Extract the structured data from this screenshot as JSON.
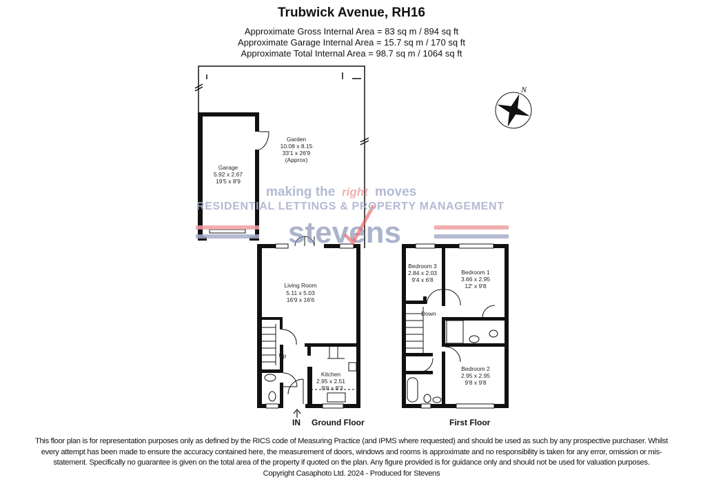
{
  "header": {
    "title": "Trubwick Avenue, RH16",
    "areas": [
      "Approximate Gross Internal Area = 83 sq m / 894 sq ft",
      "Approximate Garage Internal Area = 15.7 sq m / 170 sq ft",
      "Approximate Total Internal Area = 98.7 sq m / 1064 sq ft"
    ]
  },
  "compass": {
    "icon": "compass-rose-icon",
    "north_label": "N"
  },
  "rooms": {
    "garden": {
      "name": "Garden",
      "metric": "10.08 x 8.15",
      "imperial": "33'1 x 26'9",
      "note": "(Approx)"
    },
    "garage": {
      "name": "Garage",
      "metric": "5.92 x 2.67",
      "imperial": "19'5 x 8'9"
    },
    "living": {
      "name": "Living Room",
      "metric": "5.11 x 5.03",
      "imperial": "16'9 x 16'6"
    },
    "kitchen": {
      "name": "Kitchen",
      "metric": "2.95 x 2.51",
      "imperial": "9'8 x 8'3"
    },
    "bedroom1": {
      "name": "Bedroom 1",
      "metric": "3.66 x 2.95",
      "imperial": "12' x 9'8"
    },
    "bedroom2": {
      "name": "Bedroom 2",
      "metric": "2.95 x 2.95",
      "imperial": "9'8 x 9'8"
    },
    "bedroom3": {
      "name": "Bedroom 3",
      "metric": "2.84 x 2.03",
      "imperial": "9'4 x 6'8"
    }
  },
  "stairs": {
    "up": "Up",
    "down": "Down"
  },
  "entrance": {
    "label": "IN",
    "icon": "entrance-arrow-icon"
  },
  "floors": {
    "ground": "Ground Floor",
    "first": "First Floor"
  },
  "watermark": {
    "brand": "stevens",
    "tagline_a": "making the",
    "tagline_b": "right",
    "tagline_c": "moves",
    "strapline": "RESIDENTIAL LETTINGS & PROPERTY MANAGEMENT",
    "colors": {
      "blue": "#8e97b9",
      "red": "#e8595d"
    }
  },
  "disclaimer": {
    "text": "This floor plan is for representation purposes only as defined by the RICS code of Measuring Practice (and IPMS where requested) and should be used as such by any prospective purchaser. Whilst every attempt has been made to ensure the accuracy contained here, the measurement of doors, windows and rooms is approximate and no responsibility is taken for any error, omission or mis-statement. Specifically no guarantee is given on the total area of the property if quoted on the plan. Any figure provided is for guidance only and should not be used for valuation purposes.",
    "copyright": "Copyright Casaphoto Ltd. 2024 - Produced for Stevens"
  }
}
